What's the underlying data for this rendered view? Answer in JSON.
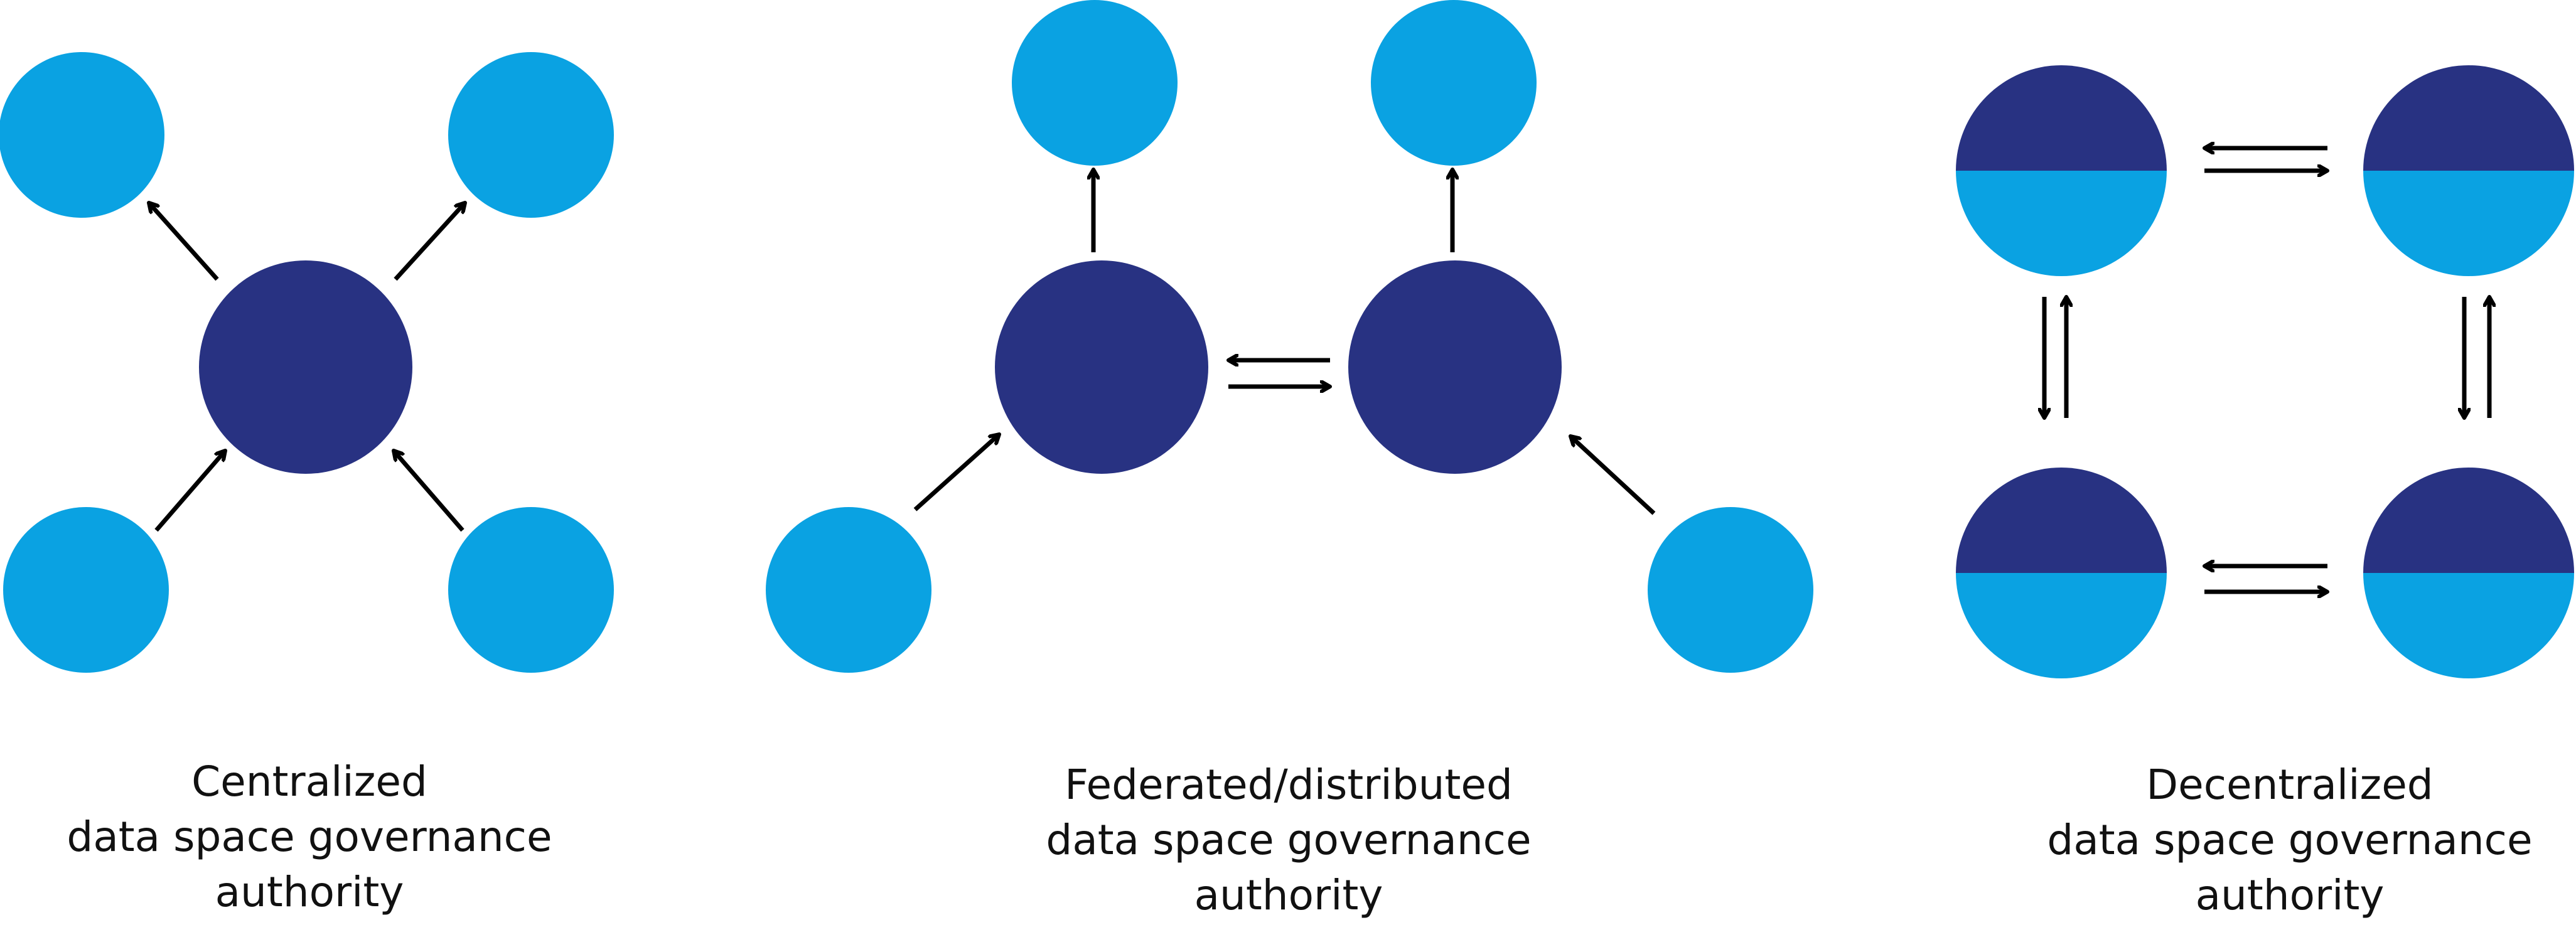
{
  "colors": {
    "node_dark": "#283282",
    "node_light": "#0aa2e2",
    "arrow": "#000000",
    "background": "#ffffff"
  },
  "captions": {
    "centralized": [
      "Centralized",
      "data space governance",
      "authority"
    ],
    "federated": [
      "Federated/distributed",
      "data space governance",
      "authority"
    ],
    "decentralized": [
      "Decentralized",
      "data space governance",
      "authority"
    ]
  }
}
